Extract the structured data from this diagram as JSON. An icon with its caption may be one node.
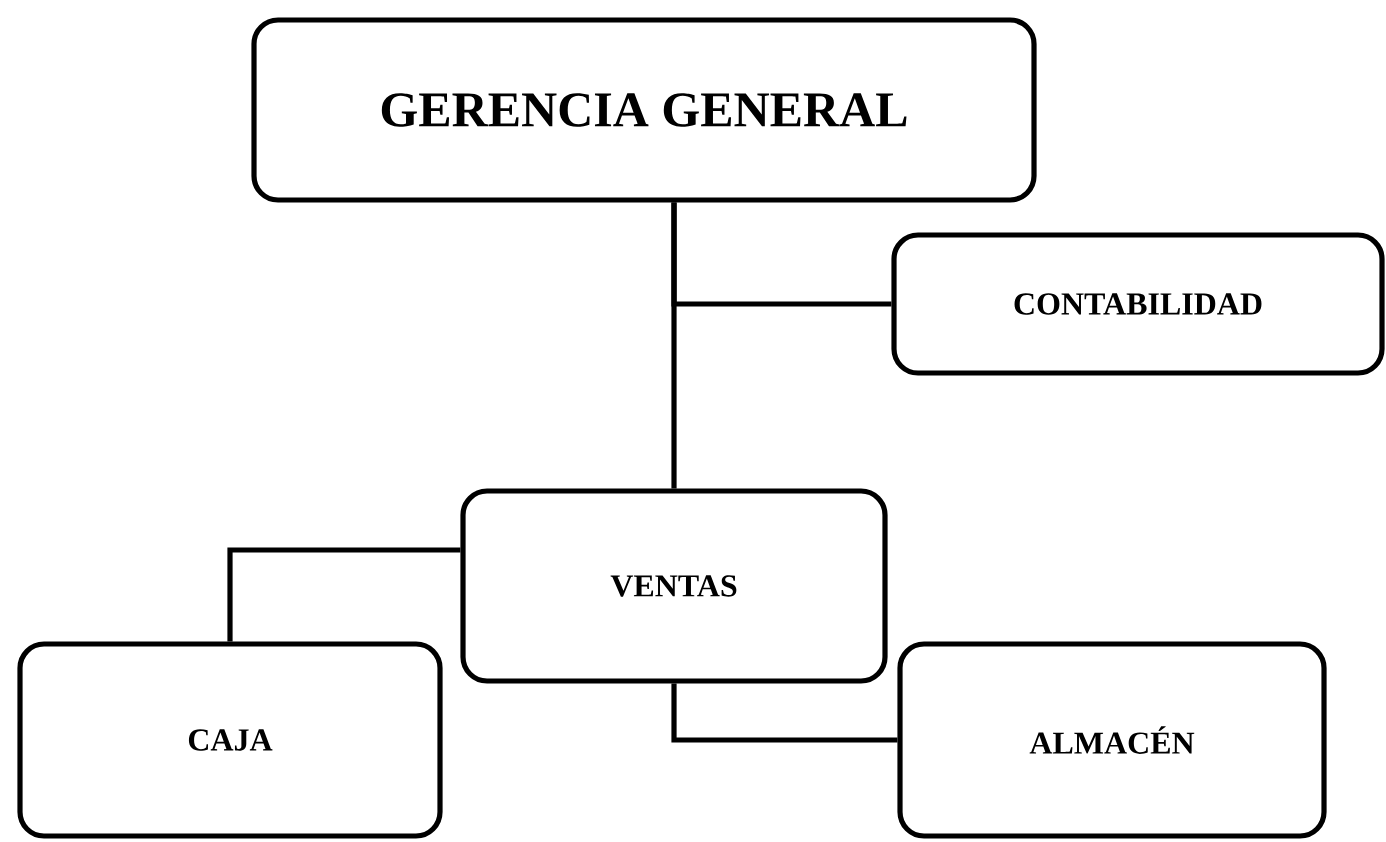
{
  "diagram": {
    "nodes": [
      {
        "text": [
          "GERENCIA GENERAL"
        ]
      },
      {
        "text": [
          "CONTABILIDAD"
        ]
      },
      {
        "text": [
          "VENTAS"
        ]
      },
      {
        "text": [
          "CAJA"
        ]
      },
      {
        "text": [
          "ALMACÉN"
        ]
      }
    ],
    "edges": [
      {
        "from": 0,
        "to": 2,
        "arrow": "none"
      },
      {
        "from": 0,
        "to": 1,
        "arrow": "none"
      },
      {
        "from": 2,
        "to": 3,
        "arrow": "none"
      },
      {
        "from": 2,
        "to": 4,
        "arrow": "none"
      }
    ]
  }
}
